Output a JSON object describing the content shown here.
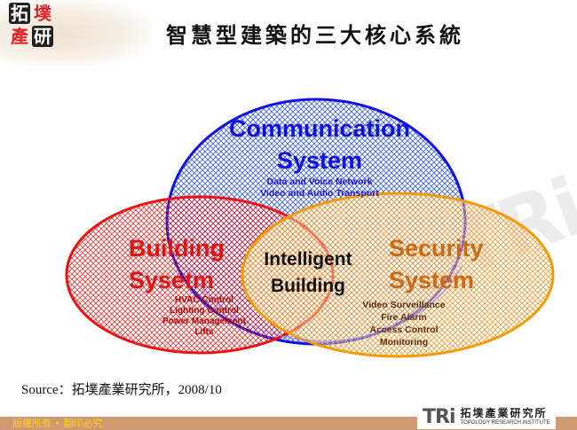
{
  "header": {
    "logo_chars": [
      "拓",
      "墣",
      "產",
      "研"
    ],
    "title": "智慧型建築的三大核心系統"
  },
  "diagram": {
    "communication": {
      "title_line1": "Communication",
      "title_line2": "System",
      "items": [
        "Data and Voice Network",
        "Video and Audio Transport"
      ],
      "color": "#1010e0"
    },
    "building": {
      "title_line1": "Building",
      "title_line2": "Sysetm",
      "items": [
        "HVAC Control",
        "Lighting Control",
        "Power Management",
        "Lifts"
      ],
      "color": "#e81010"
    },
    "security": {
      "title_line1": "Security",
      "title_line2": "System",
      "items": [
        "Video Surveillance",
        "Fire Alarm",
        "Access Control",
        "Monitoring"
      ],
      "color": "#f59a00"
    },
    "center": {
      "line1": "Intelligent",
      "line2": "Building"
    }
  },
  "source": "Source：拓墣產業研究所，2008/10",
  "footer": {
    "copyright": "版權所有 • 翻印必究",
    "brand_mark": "TRi",
    "brand_cn": "拓墣產業研究所",
    "brand_en": "TOPOLOGY RESEARCH INSTITUTE"
  }
}
